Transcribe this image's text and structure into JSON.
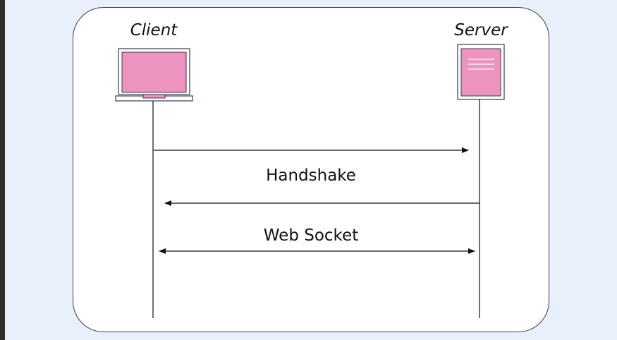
{
  "actors": {
    "client": {
      "label": "Client",
      "icon": "laptop-icon"
    },
    "server": {
      "label": "Server",
      "icon": "server-document-icon"
    }
  },
  "messages": [
    {
      "label": "",
      "direction": "client-to-server"
    },
    {
      "label": "Handshake",
      "direction": "server-to-client"
    },
    {
      "label": "Web Socket",
      "direction": "bidirectional"
    }
  ],
  "colors": {
    "background": "#e8f1fb",
    "card": "#ffffff",
    "icon_fill": "#ec93c0",
    "line": "#111111"
  }
}
